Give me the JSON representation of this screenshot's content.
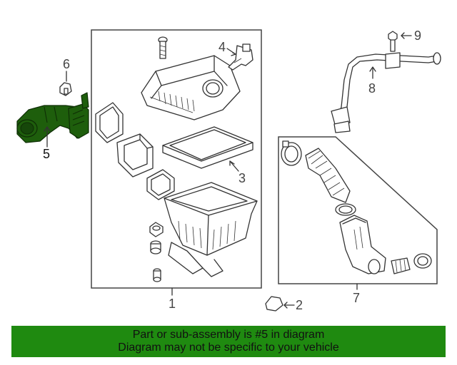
{
  "callouts": {
    "c1": "1",
    "c2": "2",
    "c3": "3",
    "c4": "4",
    "c5": "5",
    "c6": "6",
    "c7": "7",
    "c8": "8",
    "c9": "9"
  },
  "highlight_color": "#1e5e0c",
  "banner": {
    "color": "#1f8a10",
    "line1": "Part or sub-assembly is #5 in diagram",
    "line2": "Diagram may not be specific to your vehicle"
  }
}
